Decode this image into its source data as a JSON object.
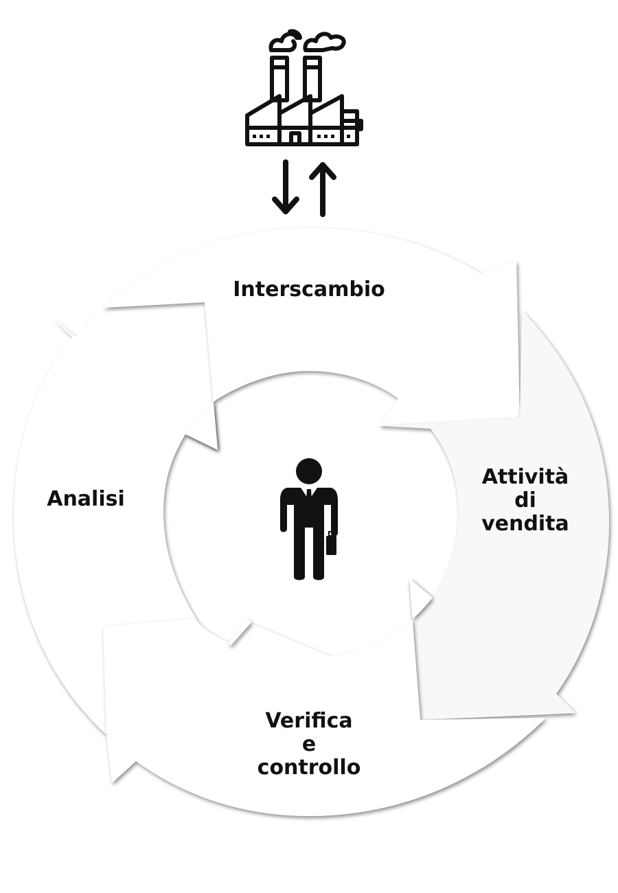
{
  "diagram": {
    "top_icon": "factory-icon",
    "arrows_icon": "up-down-arrows-icon",
    "center_icon": "businessman-icon",
    "segments": [
      {
        "id": "interscambio",
        "lines": [
          "Interscambio"
        ]
      },
      {
        "id": "attivita",
        "lines": [
          "Attività",
          "di",
          "vendita"
        ]
      },
      {
        "id": "verifica",
        "lines": [
          "Verifica",
          "e",
          "controllo"
        ]
      },
      {
        "id": "analisi",
        "lines": [
          "Analisi"
        ]
      }
    ]
  },
  "colors": {
    "icon": "#111111",
    "segment_fill": "#ffffff",
    "segment_fill_shaded": "#f7f7f7",
    "shadow": "#b8b8b8"
  }
}
